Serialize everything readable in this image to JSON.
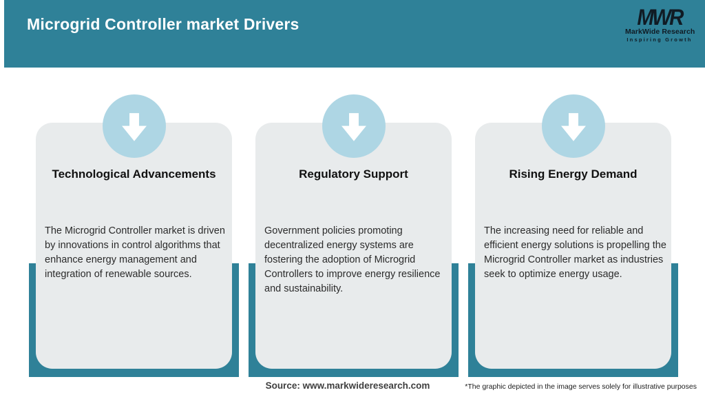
{
  "header": {
    "title": "Microgrid Controller market Drivers",
    "logo": {
      "monogram": "MWR",
      "name": "MarkWide Research",
      "tagline": "Inspiring Growth"
    }
  },
  "cards": [
    {
      "title": "Technological Advancements",
      "body": "The Microgrid Controller market is driven by innovations in control algorithms that enhance energy management and integration of renewable sources."
    },
    {
      "title": "Regulatory Support",
      "body": "Government policies promoting decentralized energy systems are fostering the adoption of Microgrid Controllers to improve energy resilience and sustainability."
    },
    {
      "title": "Rising Energy Demand",
      "body": "The increasing need for reliable and efficient energy solutions is propelling the Microgrid Controller market as industries seek to optimize energy usage."
    }
  ],
  "footer": {
    "source": "Source: www.markwideresearch.com",
    "disclaimer": "*The graphic depicted in the image serves solely for illustrative purposes"
  },
  "colors": {
    "teal": "#2F8198",
    "card_bg": "#E8EBEC",
    "circle_blue": "#AED6E4",
    "logo_dark": "#101B24",
    "title_white": "#FFFFFF"
  },
  "icons": {
    "down_arrow": "down-arrow-icon"
  }
}
